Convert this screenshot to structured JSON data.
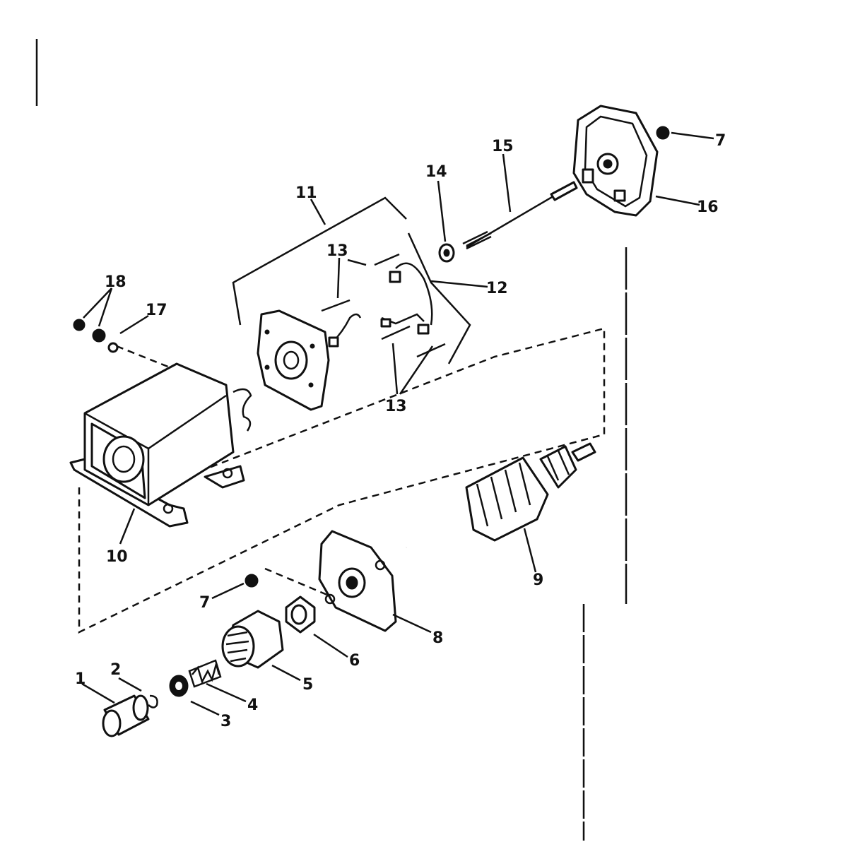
{
  "diagram": {
    "type": "exploded parts diagram",
    "labels": {
      "p1": "1",
      "p2": "2",
      "p3": "3",
      "p4": "4",
      "p5": "5",
      "p6": "6",
      "p7a": "7",
      "p7b": "7",
      "p8": "8",
      "p9": "9",
      "p10": "10",
      "p11": "11",
      "p12": "12",
      "p13a": "13",
      "p13b": "13",
      "p14": "14",
      "p15": "15",
      "p16": "16",
      "p17": "17",
      "p18": "18"
    }
  }
}
